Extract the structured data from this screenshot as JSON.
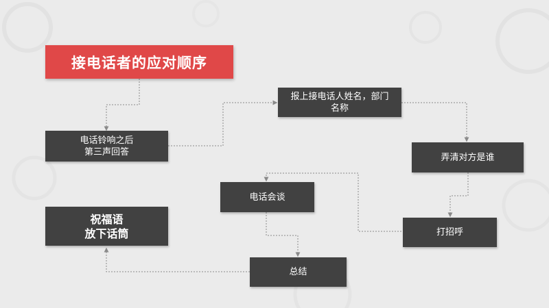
{
  "title": "接电话者的应对顺序",
  "steps": {
    "answer": "电话铃响之后\n第三声回答",
    "report_name": "报上接电话人姓名，部门\n名称",
    "identify_caller": "弄清对方是谁",
    "greet": "打招呼",
    "conversation": "电话会谈",
    "summary": "总结",
    "closing": "祝福语\n放下话筒"
  },
  "colors": {
    "title_bg": "#e04848",
    "box_bg": "#414141",
    "connector": "#8a8a8a"
  }
}
